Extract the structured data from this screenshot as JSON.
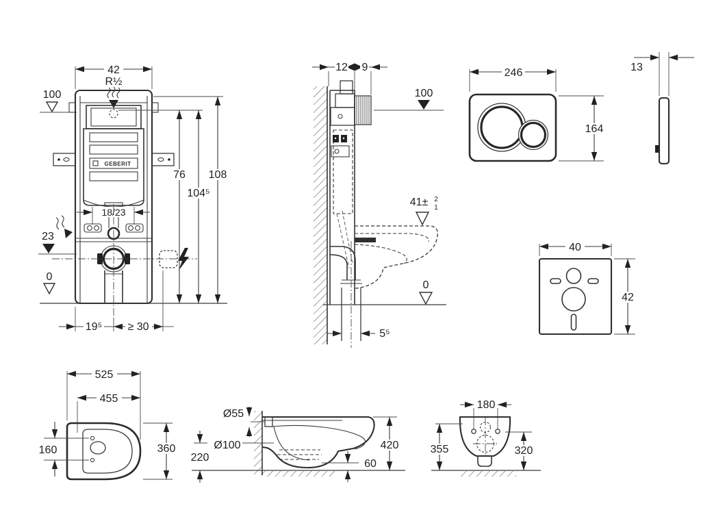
{
  "colors": {
    "ink": "#333333",
    "text": "#1f1f1f",
    "bg": "#ffffff"
  },
  "brand": {
    "logo": "GEBERIT"
  },
  "panels": {
    "cistern_front": {
      "dims": {
        "frame_width": "42",
        "inlet_thread": "R½",
        "level_100": "100",
        "inlet_height": "76",
        "tank_height": "104⁵",
        "frame_height": "108",
        "anchor_spacing": "18/23",
        "outlet_level": "23",
        "floor_level": "0",
        "outlet_offset": "19⁵",
        "side_clearance": "≥ 30"
      }
    },
    "cistern_side": {
      "dims": {
        "frame_depth": "12",
        "duct_depth": "9",
        "level_100": "100",
        "rim_height": "41±",
        "rim_tol_plus": "2",
        "rim_tol_minus": "1",
        "floor_level": "0",
        "outlet_offset": "5⁵"
      }
    },
    "flush_plate_front": {
      "dims": {
        "width": "246",
        "height": "164"
      }
    },
    "flush_plate_side": {
      "dims": {
        "thickness": "13"
      }
    },
    "insulation_mat": {
      "dims": {
        "width": "40",
        "height": "42"
      }
    },
    "wc_top": {
      "dims": {
        "length": "525",
        "hole_to_front": "455",
        "hole_spacing": "160",
        "width": "360"
      }
    },
    "wc_side": {
      "dims": {
        "inlet_dia": "Ø55",
        "outlet_dia": "Ø100",
        "outlet_height": "220",
        "total_height": "420",
        "bottom_clearance": "60"
      }
    },
    "wc_front": {
      "dims": {
        "hole_spacing": "180",
        "height_back": "355",
        "height_front": "320"
      }
    }
  }
}
